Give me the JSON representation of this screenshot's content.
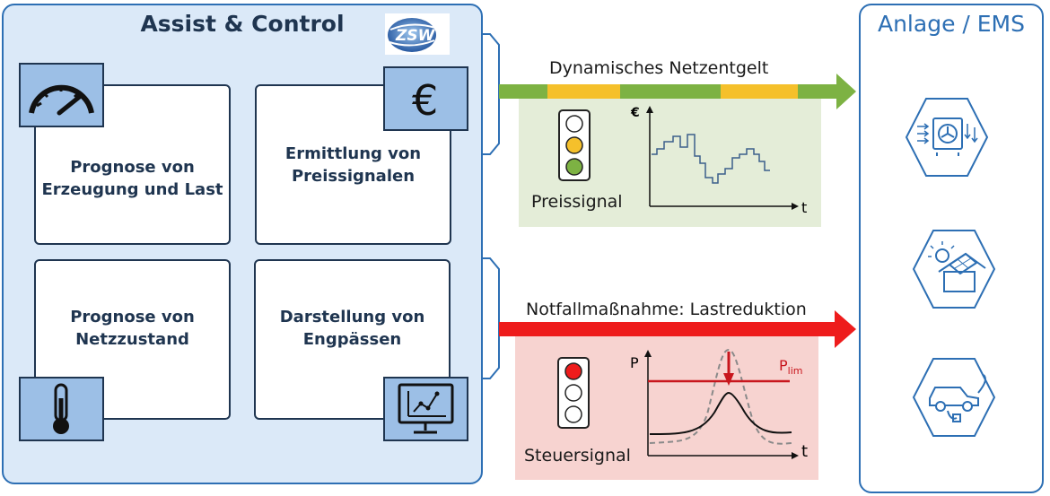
{
  "assist": {
    "title": "Assist & Control",
    "logo_text": "ZSW",
    "cards": [
      {
        "label": "Prognose von\nErzeugung und Last",
        "icon": "speedometer-icon"
      },
      {
        "label": "Ermittlung von\nPreissignalen",
        "icon": "euro-icon"
      },
      {
        "label": "Prognose von\nNetzzustand",
        "icon": "thermometer-icon"
      },
      {
        "label": "Darstellung von\nEngpässen",
        "icon": "monitor-chart-icon"
      }
    ]
  },
  "price_path": {
    "arrow_label": "Dynamisches Netzentgelt",
    "signal_label": "Preissignal",
    "y_axis": "€",
    "x_axis": "t",
    "traffic_light": [
      "off",
      "yellow",
      "green"
    ]
  },
  "emergency_path": {
    "arrow_label": "Notfallmaßnahme: Lastreduktion",
    "signal_label": "Steuersignal",
    "y_axis": "P",
    "x_axis": "t",
    "limit_label": "P",
    "limit_sub": "lim",
    "traffic_light": [
      "red",
      "off",
      "off"
    ]
  },
  "plant": {
    "title": "Anlage / EMS",
    "icons": [
      "heat-pump-icon",
      "solar-house-icon",
      "electric-car-icon"
    ]
  },
  "colors": {
    "panel_border": "#2d6fb4",
    "panel_fill": "#dbe9f8",
    "arrow_green": "#7db243",
    "arrow_yellow": "#f5c02b",
    "arrow_red": "#ee1c1c",
    "limit_red": "#c8161d",
    "text_dark": "#1f3550"
  }
}
